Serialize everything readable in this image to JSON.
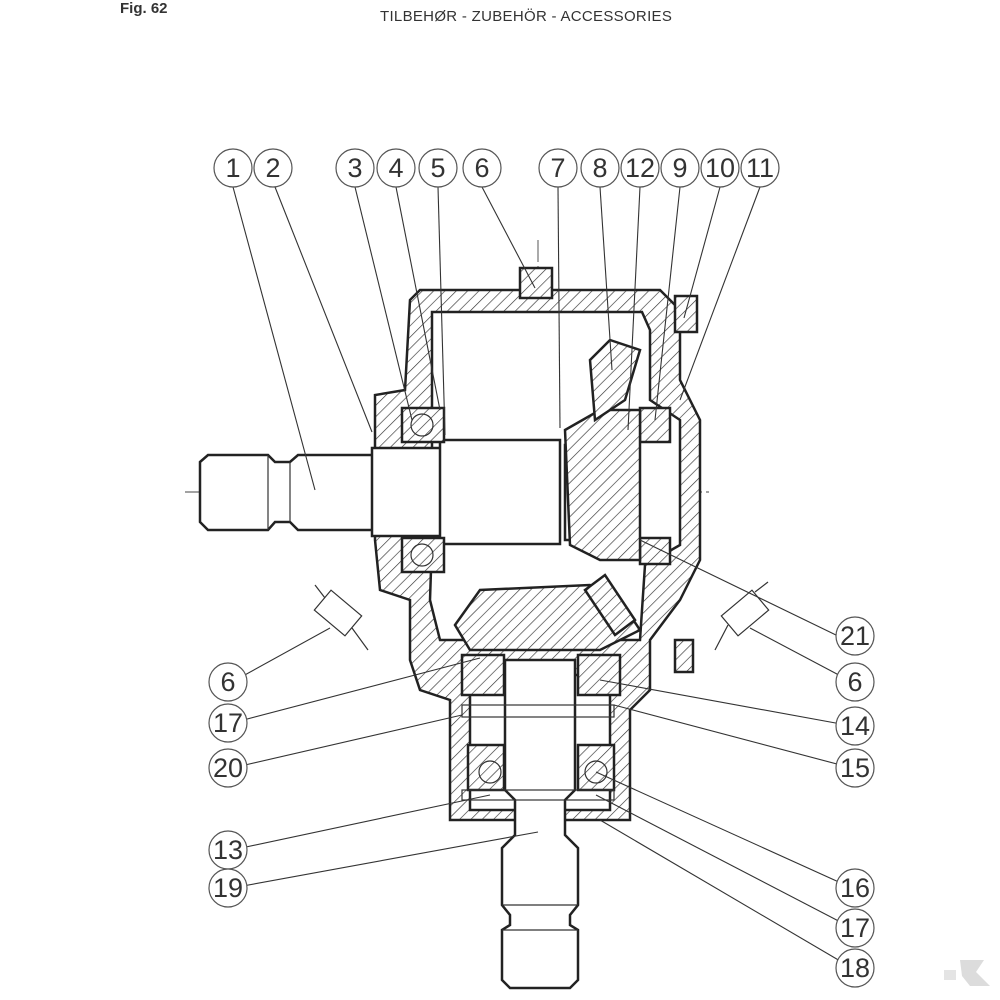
{
  "header": {
    "figure_label": "Fig. 62",
    "title": "TILBEHØR - ZUBEHÖR - ACCESSORIES"
  },
  "callouts": {
    "top": [
      "1",
      "2",
      "3",
      "4",
      "5",
      "6",
      "7",
      "8",
      "12",
      "9",
      "10",
      "11"
    ],
    "left": [
      "6",
      "17",
      "20",
      "13",
      "19"
    ],
    "right": [
      "21",
      "6",
      "14",
      "15",
      "16",
      "17",
      "18"
    ]
  },
  "colors": {
    "line": "#222222",
    "background": "#ffffff",
    "logo": "#dddddd"
  },
  "icons": {
    "logo": "brand-logo-icon"
  }
}
